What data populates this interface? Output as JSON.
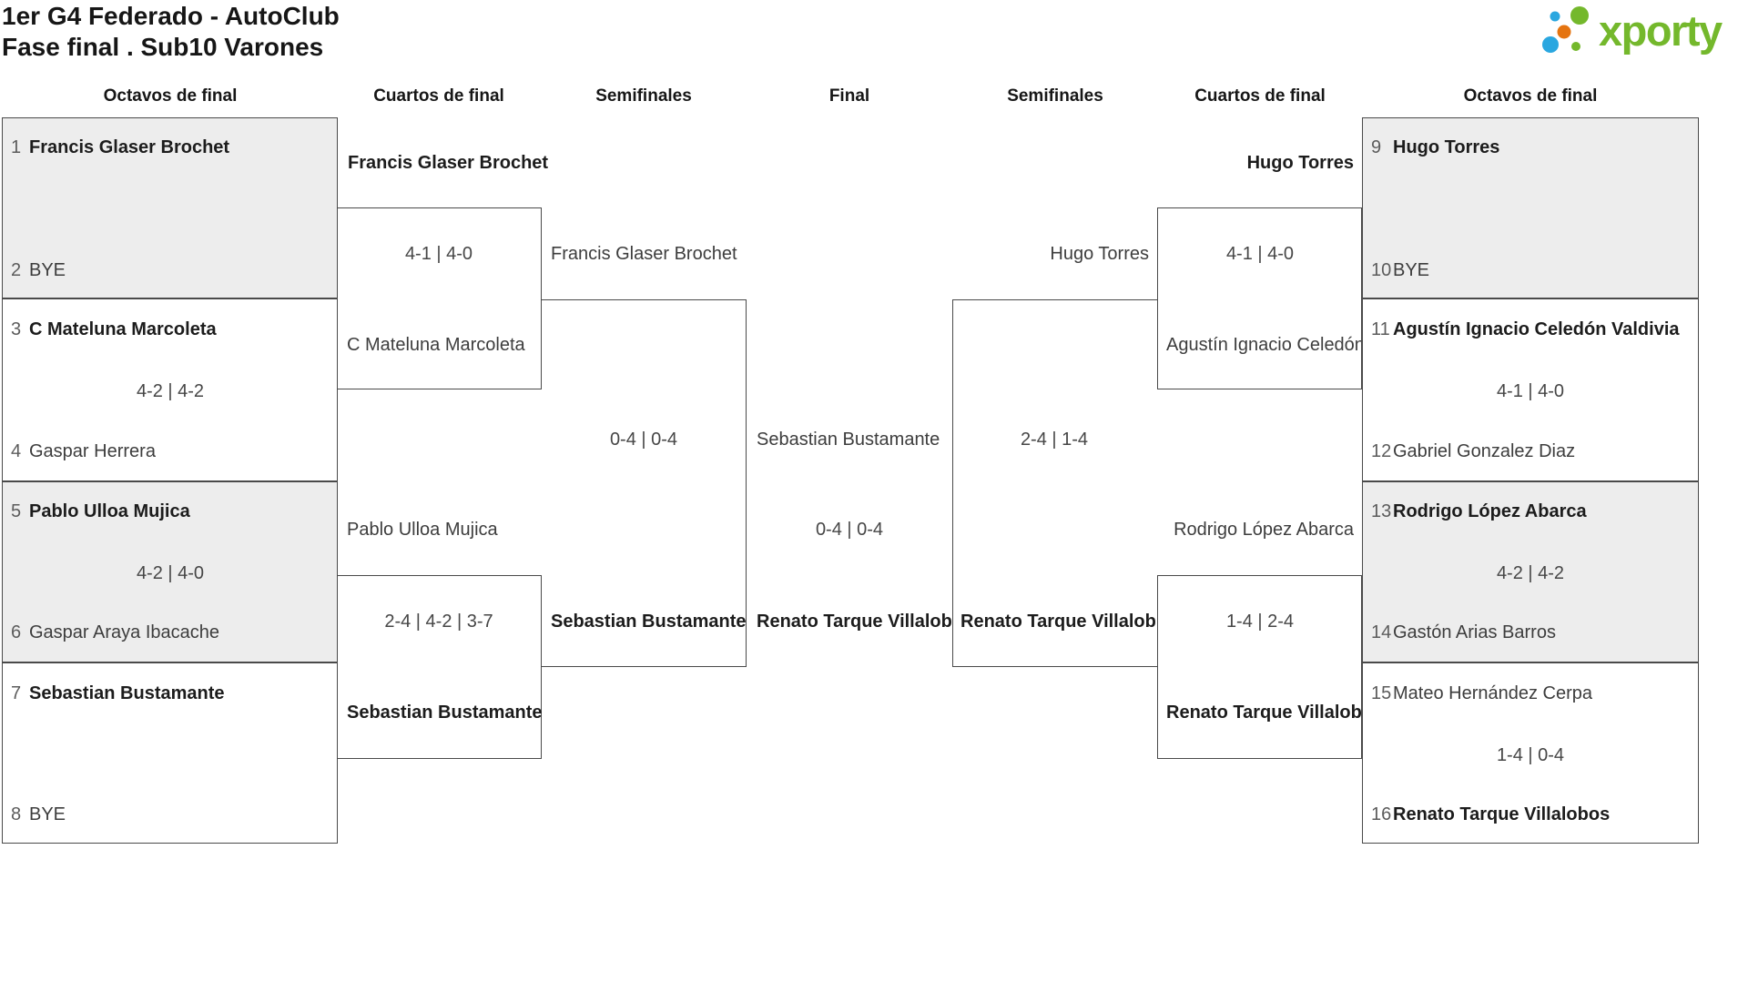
{
  "title": {
    "line1": "1er G4 Federado - AutoClub",
    "line2": "Fase final . Sub10 Varones"
  },
  "logo": {
    "wordmark": "xporty",
    "green": "#74b82c",
    "blue": "#2aa7e0",
    "orange": "#e57410"
  },
  "colors": {
    "box_fill": "#ededed",
    "box_border": "#4a4a4a"
  },
  "headers": [
    {
      "label": "Octavos de final"
    },
    {
      "label": "Cuartos de final"
    },
    {
      "label": "Semifinales"
    },
    {
      "label": "Final"
    },
    {
      "label": "Semifinales"
    },
    {
      "label": "Cuartos de final"
    },
    {
      "label": "Octavos de final"
    }
  ],
  "bracket": {
    "octavos_left": [
      {
        "s1": "1",
        "p1": "Francis Glaser Brochet",
        "s2": "2",
        "p2": "BYE"
      },
      {
        "s1": "3",
        "p1": "C Mateluna Marcoleta",
        "score": "4-2 | 4-2",
        "s2": "4",
        "p2": "Gaspar Herrera"
      },
      {
        "s1": "5",
        "p1": "Pablo Ulloa Mujica",
        "score": "4-2 | 4-0",
        "s2": "6",
        "p2": "Gaspar Araya Ibacache"
      },
      {
        "s1": "7",
        "p1": "Sebastian Bustamante",
        "s2": "8",
        "p2": "BYE"
      }
    ],
    "octavos_right": [
      {
        "s1": "9",
        "p1": "Hugo Torres",
        "s2": "10",
        "p2": "BYE"
      },
      {
        "s1": "11",
        "p1": "Agustín Ignacio Celedón Valdivia",
        "score": "4-1 | 4-0",
        "s2": "12",
        "p2": "Gabriel Gonzalez Diaz"
      },
      {
        "s1": "13",
        "p1": "Rodrigo López Abarca",
        "score": "4-2 | 4-2",
        "s2": "14",
        "p2": "Gastón Arias Barros"
      },
      {
        "s1": "15",
        "p1": "Mateo Hernández Cerpa",
        "score": "1-4 | 0-4",
        "s2": "16",
        "p2": "Renato Tarque Villalobos"
      }
    ],
    "cuartos_left": [
      {
        "p1": "Francis Glaser Brochet",
        "score": "4-1 | 4-0",
        "p2": "C Mateluna Marcoleta"
      },
      {
        "p1": "Pablo Ulloa Mujica",
        "score": "2-4 | 4-2 | 3-7",
        "p2": "Sebastian Bustamante"
      }
    ],
    "cuartos_right": [
      {
        "p1": "Hugo Torres",
        "score": "4-1 | 4-0",
        "p2": "Agustín Ignacio Celedón"
      },
      {
        "p1": "Rodrigo López Abarca",
        "score": "1-4 | 2-4",
        "p2": "Renato Tarque Villalobo"
      }
    ],
    "semi_left": {
      "p1": "Francis Glaser Brochet",
      "score": "0-4 | 0-4",
      "p2": "Sebastian Bustamante"
    },
    "semi_right": {
      "p1": "Hugo Torres",
      "score": "2-4 | 1-4",
      "p2": "Renato Tarque Villalobo"
    },
    "final": {
      "p1": "Sebastian Bustamante",
      "score": "0-4 | 0-4",
      "p2": "Renato Tarque Villalobo"
    }
  }
}
